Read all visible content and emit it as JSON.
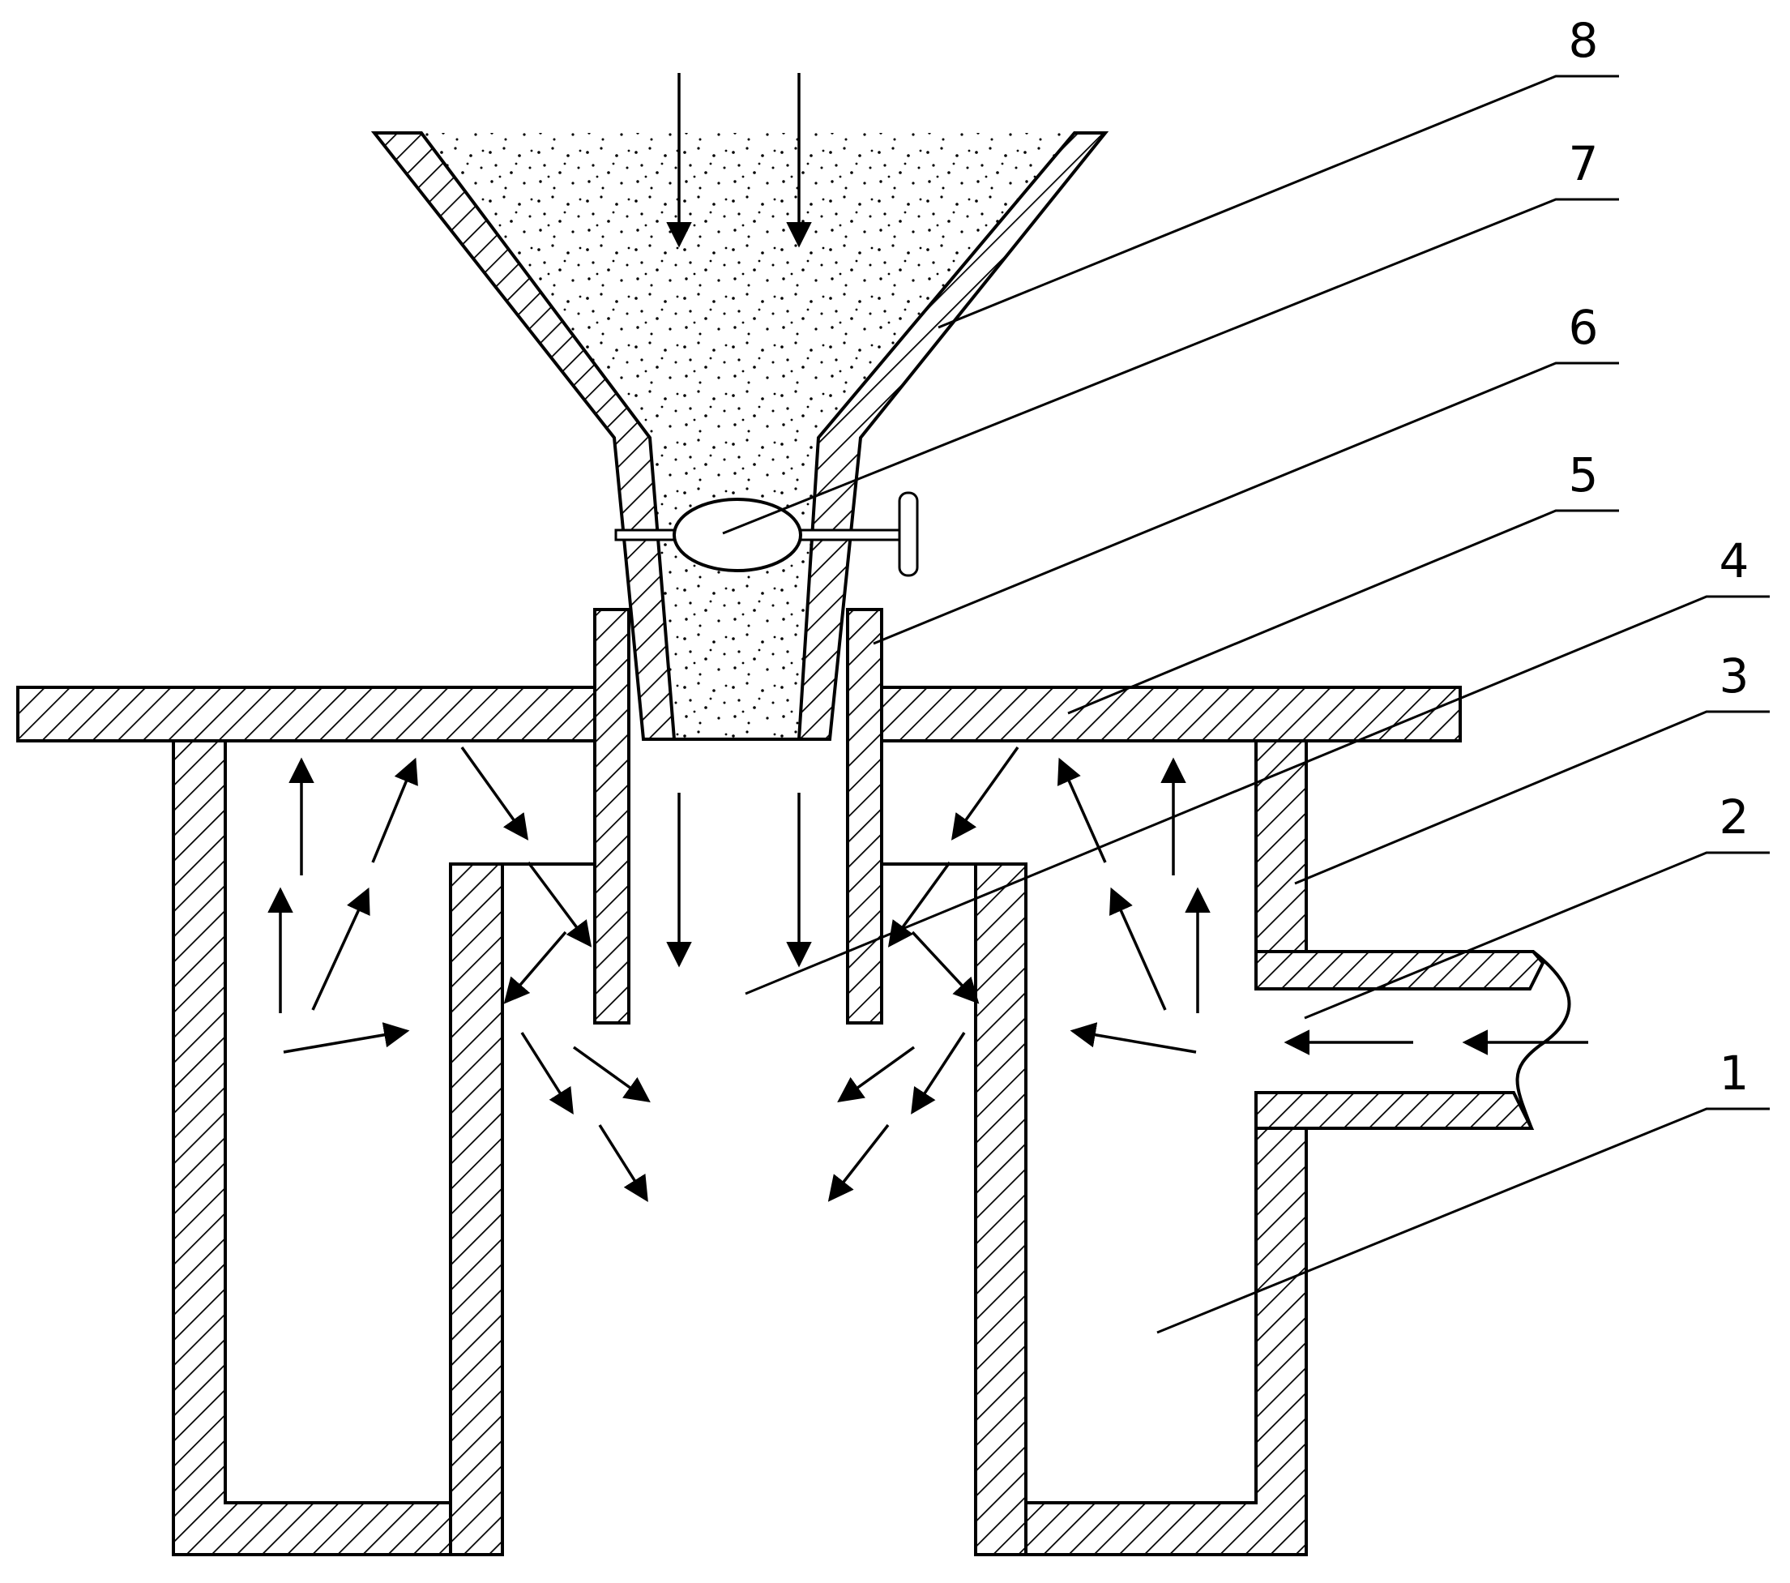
{
  "figure": {
    "part_labels": [
      {
        "key": "p1",
        "text": "1"
      },
      {
        "key": "p2",
        "text": "2"
      },
      {
        "key": "p3",
        "text": "3"
      },
      {
        "key": "p4",
        "text": "4"
      },
      {
        "key": "p5",
        "text": "5"
      },
      {
        "key": "p6",
        "text": "6"
      },
      {
        "key": "p7",
        "text": "7"
      },
      {
        "key": "p8",
        "text": "8"
      }
    ],
    "colors": {
      "line": "#000000",
      "background": "#ffffff"
    }
  }
}
